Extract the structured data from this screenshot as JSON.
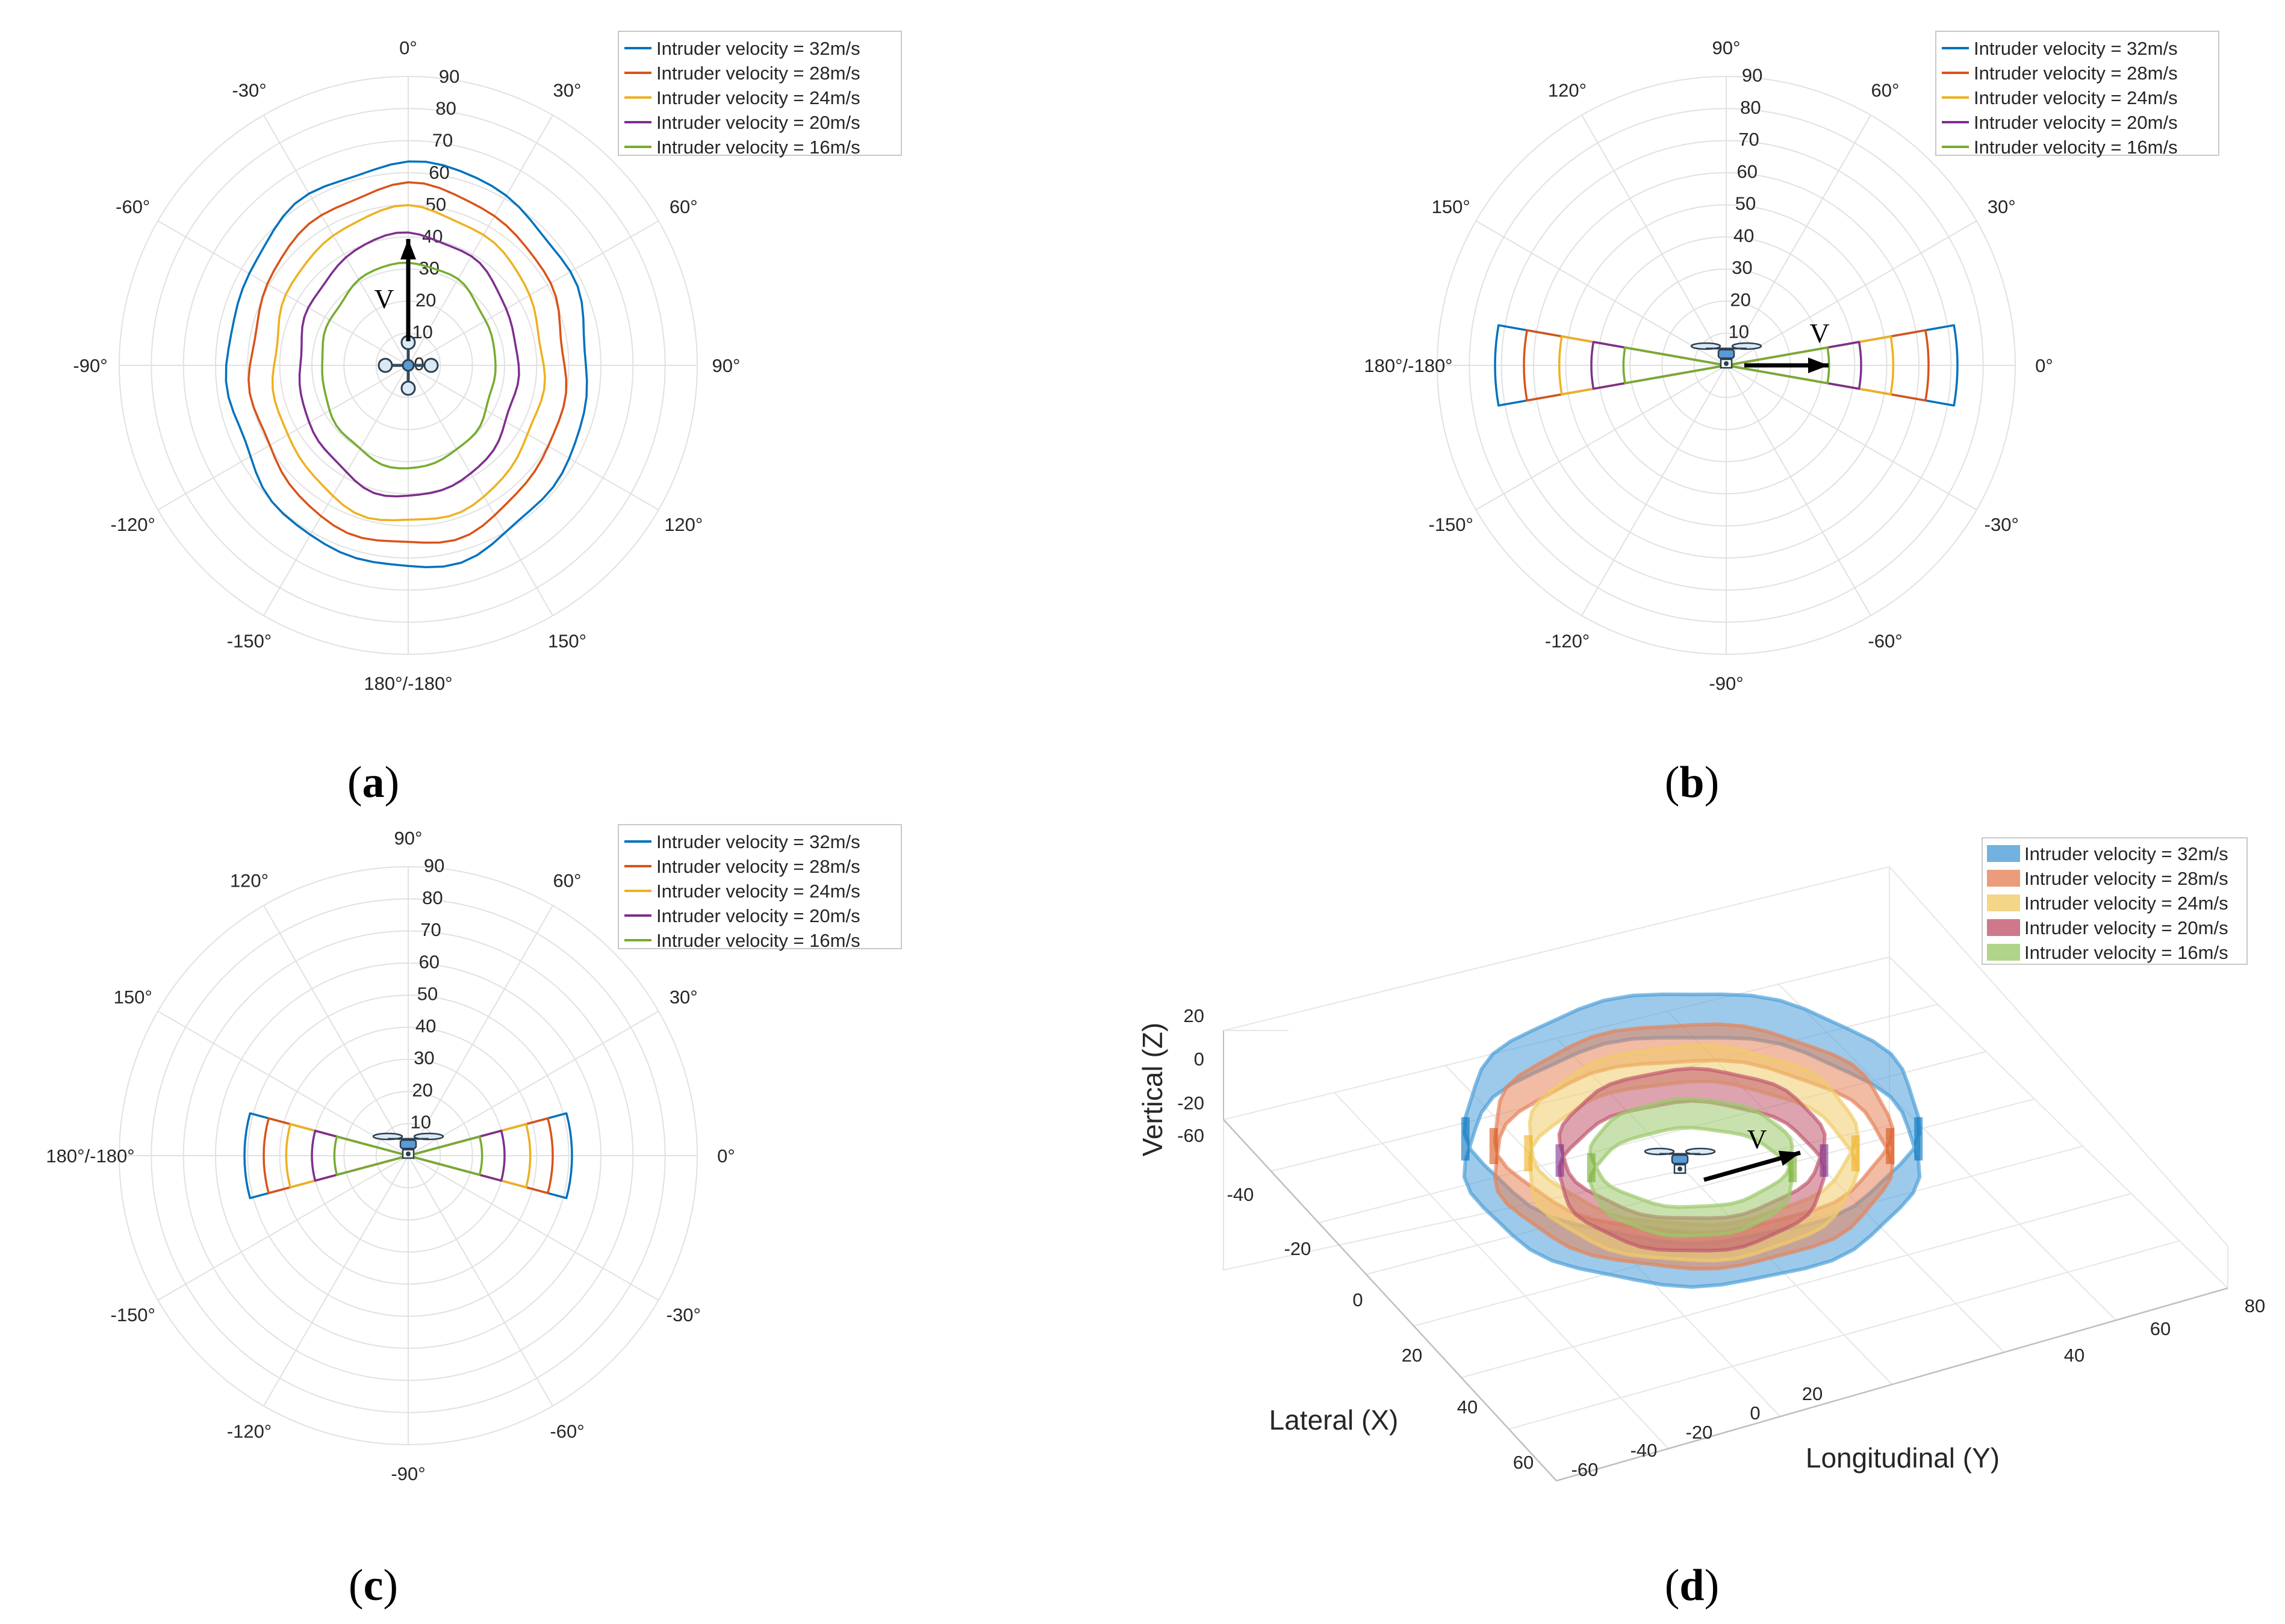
{
  "colors": {
    "v32": "#0072BD",
    "v28": "#D95319",
    "v24": "#EDB120",
    "v20": "#7E2F8E",
    "v16": "#77AC30",
    "fill32": "#4D9FD9",
    "fill28": "#E5835A",
    "fill24": "#F1CC6A",
    "fill20": "#C1586E",
    "fill16": "#9CC96B",
    "grid": "#e1e1e1",
    "axis": "#262626"
  },
  "arrow_label": "V",
  "chart_data": [
    {
      "id": "a",
      "type": "polar-line",
      "panel_label": "a",
      "radial_ticks": [
        "0",
        "10",
        "20",
        "30",
        "40",
        "50",
        "60",
        "70",
        "80",
        "90"
      ],
      "rlim": [
        0,
        90
      ],
      "theta_ticks": [
        "0°",
        "30°",
        "60°",
        "90°",
        "120°",
        "150°",
        "180°/-180°",
        "-150°",
        "-120°",
        "-90°",
        "-60°",
        "-30°"
      ],
      "theta_zero": "top",
      "theta_direction": "clockwise",
      "legend": [
        "Intruder velocity = 32m/s",
        "Intruder velocity = 28m/s",
        "Intruder velocity = 24m/s",
        "Intruder velocity = 20m/s",
        "Intruder velocity = 16m/s"
      ],
      "legend_position": "top-right",
      "series": [
        {
          "name": "Intruder velocity = 32m/s",
          "a": 63,
          "b": 56
        },
        {
          "name": "Intruder velocity = 28m/s",
          "a": 56,
          "b": 49
        },
        {
          "name": "Intruder velocity = 24m/s",
          "a": 49,
          "b": 42
        },
        {
          "name": "Intruder velocity = 20m/s",
          "a": 41,
          "b": 34
        },
        {
          "name": "Intruder velocity = 16m/s",
          "a": 32,
          "b": 27
        }
      ],
      "arrow": "forward"
    },
    {
      "id": "b",
      "type": "polar-line",
      "panel_label": "b",
      "radial_ticks": [
        "10",
        "20",
        "30",
        "40",
        "50",
        "60",
        "70",
        "80",
        "90"
      ],
      "rlim": [
        0,
        90
      ],
      "theta_ticks": [
        "0°",
        "30°",
        "60°",
        "90°",
        "120°",
        "150°",
        "180°/-180°",
        "-150°",
        "-120°",
        "-90°",
        "-60°",
        "-30°"
      ],
      "theta_zero": "right",
      "theta_direction": "counterclockwise",
      "legend": [
        "Intruder velocity = 32m/s",
        "Intruder velocity = 28m/s",
        "Intruder velocity = 24m/s",
        "Intruder velocity = 20m/s",
        "Intruder velocity = 16m/s"
      ],
      "legend_position": "top-right",
      "series": [
        {
          "name": "Intruder velocity = 32m/s",
          "r": 72,
          "half_angle_deg": 10
        },
        {
          "name": "Intruder velocity = 28m/s",
          "r": 63,
          "half_angle_deg": 10
        },
        {
          "name": "Intruder velocity = 24m/s",
          "r": 52,
          "half_angle_deg": 10
        },
        {
          "name": "Intruder velocity = 20m/s",
          "r": 42,
          "half_angle_deg": 10
        },
        {
          "name": "Intruder velocity = 16m/s",
          "r": 32,
          "half_angle_deg": 10
        }
      ],
      "arrow": "right"
    },
    {
      "id": "c",
      "type": "polar-line",
      "panel_label": "c",
      "radial_ticks": [
        "10",
        "20",
        "30",
        "40",
        "50",
        "60",
        "70",
        "80",
        "90"
      ],
      "rlim": [
        0,
        90
      ],
      "theta_ticks": [
        "0°",
        "30°",
        "60°",
        "90°",
        "120°",
        "150°",
        "180°/-180°",
        "-150°",
        "-120°",
        "-90°",
        "-60°",
        "-30°"
      ],
      "theta_zero": "right",
      "theta_direction": "counterclockwise",
      "legend": [
        "Intruder velocity = 32m/s",
        "Intruder velocity = 28m/s",
        "Intruder velocity = 24m/s",
        "Intruder velocity = 20m/s",
        "Intruder velocity = 16m/s"
      ],
      "legend_position": "top-right",
      "series": [
        {
          "name": "Intruder velocity = 32m/s",
          "r": 51,
          "half_angle_deg": 15
        },
        {
          "name": "Intruder velocity = 28m/s",
          "r": 45,
          "half_angle_deg": 15
        },
        {
          "name": "Intruder velocity = 24m/s",
          "r": 38,
          "half_angle_deg": 15
        },
        {
          "name": "Intruder velocity = 20m/s",
          "r": 30,
          "half_angle_deg": 15
        },
        {
          "name": "Intruder velocity = 16m/s",
          "r": 23,
          "half_angle_deg": 15
        }
      ],
      "arrow": "none"
    },
    {
      "id": "d",
      "type": "surface-3d",
      "panel_label": "d",
      "xlabel": "Lateral (X)",
      "ylabel": "Longitudinal (Y)",
      "zlabel": "Vertical (Z)",
      "x_ticks": [
        "-40",
        "-20",
        "0",
        "20",
        "40",
        "60"
      ],
      "y_ticks": [
        "-60",
        "-40",
        "-20",
        "0",
        "20",
        "40",
        "60",
        "80"
      ],
      "z_ticks": [
        "20",
        "0",
        "-20",
        "-60"
      ],
      "legend": [
        "Intruder velocity = 32m/s",
        "Intruder velocity = 28m/s",
        "Intruder velocity = 24m/s",
        "Intruder velocity = 20m/s",
        "Intruder velocity = 16m/s"
      ],
      "legend_position": "top-right",
      "series": [
        {
          "name": "Intruder velocity = 32m/s",
          "lateral_radius": 60,
          "longitudinal_radius": 72,
          "thickness": 12
        },
        {
          "name": "Intruder velocity = 28m/s",
          "lateral_radius": 50,
          "longitudinal_radius": 63,
          "thickness": 10
        },
        {
          "name": "Intruder velocity = 24m/s",
          "lateral_radius": 43,
          "longitudinal_radius": 52,
          "thickness": 10
        },
        {
          "name": "Intruder velocity = 20m/s",
          "lateral_radius": 36,
          "longitudinal_radius": 42,
          "thickness": 9
        },
        {
          "name": "Intruder velocity = 16m/s",
          "lateral_radius": 26,
          "longitudinal_radius": 32,
          "thickness": 8
        }
      ],
      "arrow": "forward-3d"
    }
  ]
}
